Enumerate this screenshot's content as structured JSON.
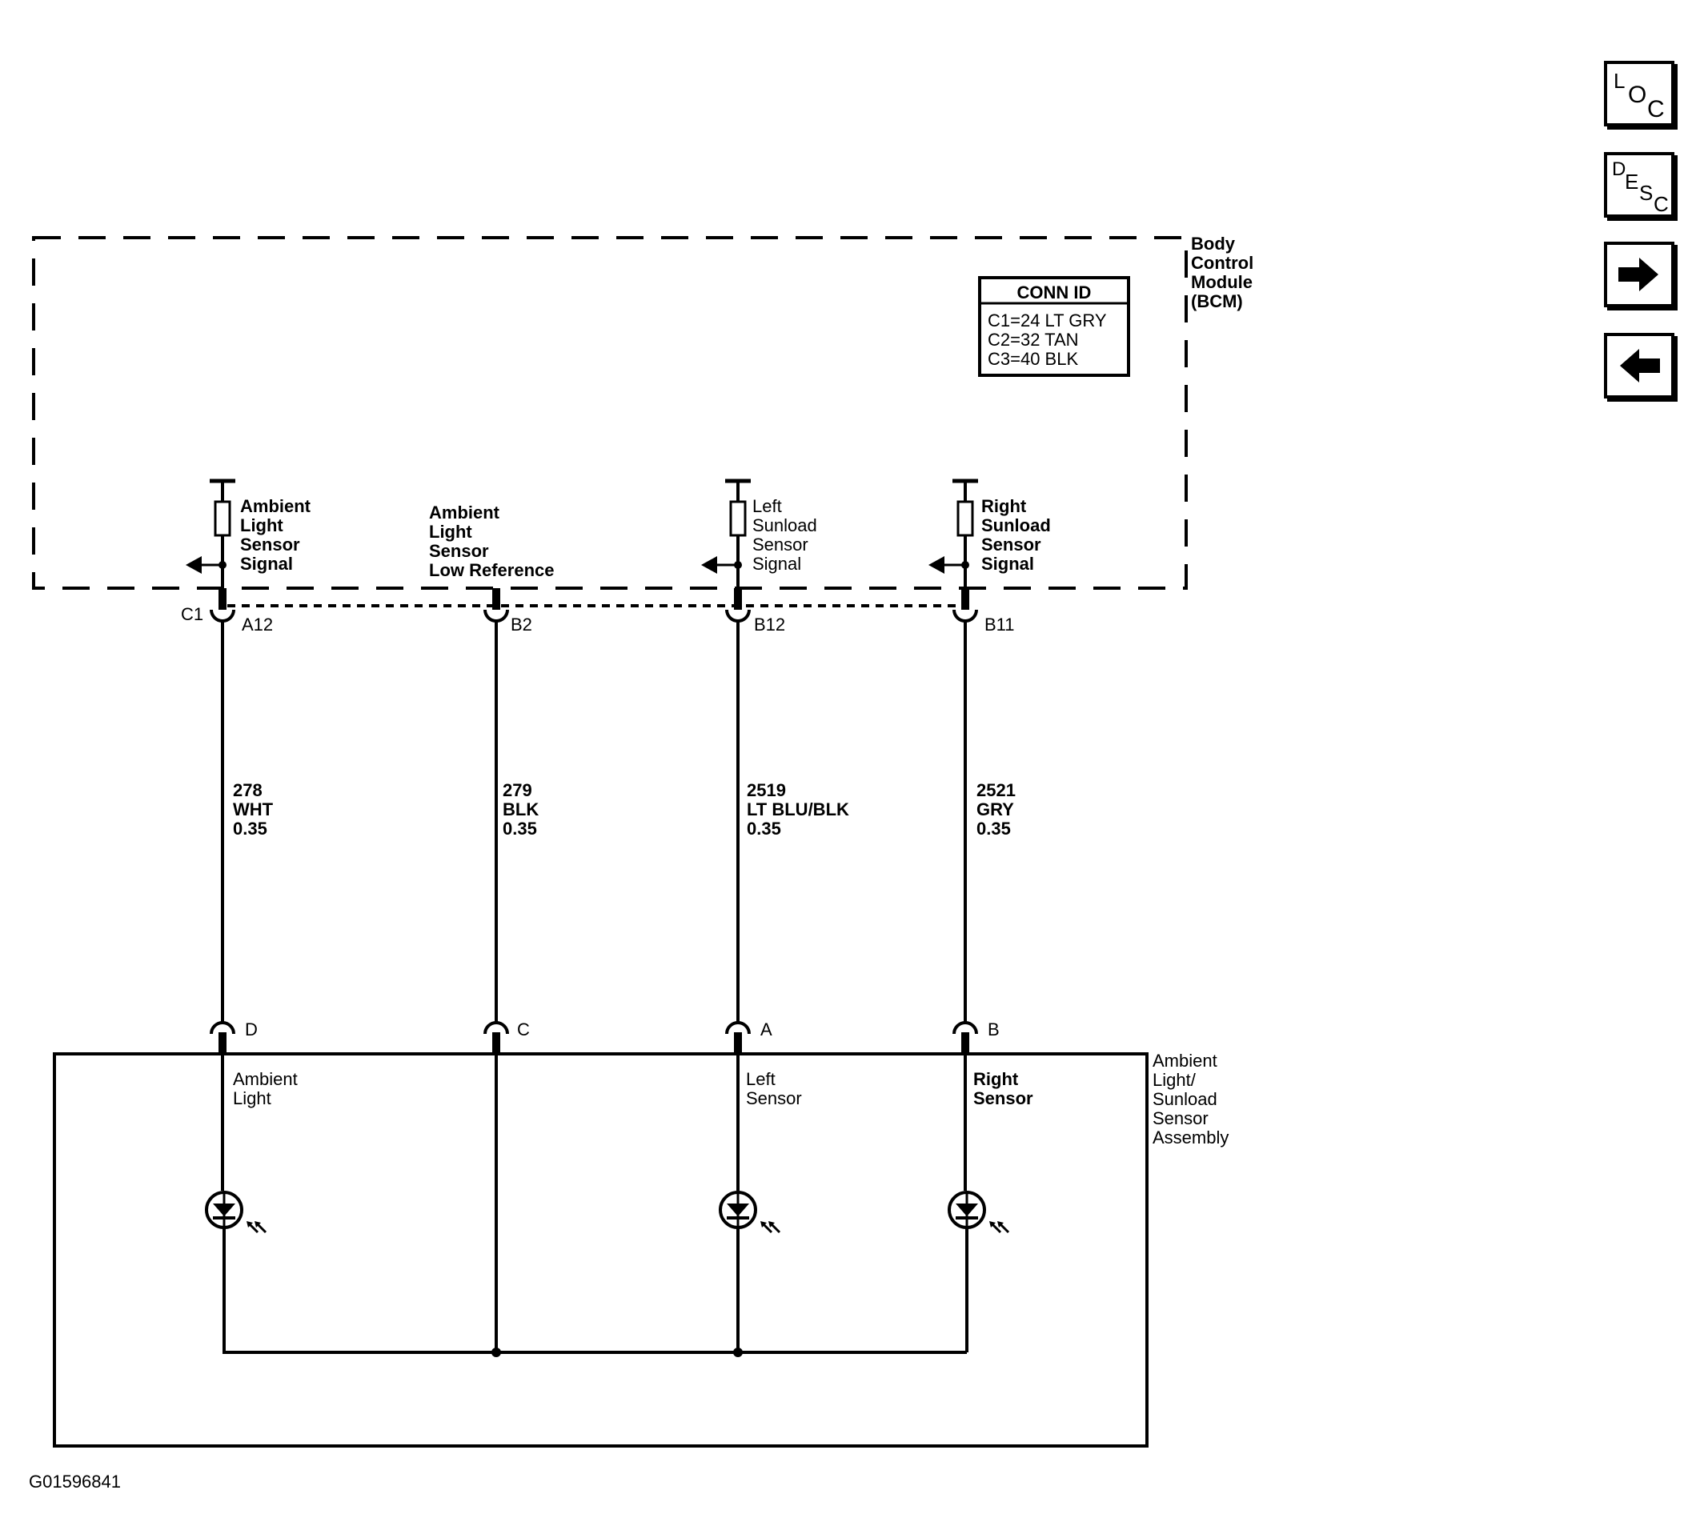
{
  "bcm": {
    "label_lines": [
      "Body",
      "Control",
      "Module",
      "(BCM)"
    ],
    "conn_id": {
      "title": "CONN ID",
      "lines": [
        "C1=24 LT GRY",
        "C2=32 TAN",
        "C3=40 BLK"
      ]
    },
    "connector": "C1"
  },
  "circuits": [
    {
      "signal_lines": [
        "Ambient",
        "Light",
        "Sensor",
        "Signal"
      ],
      "bcm_pin": "A12",
      "wire_lines": [
        "278",
        "WHT",
        "0.35"
      ],
      "sensor_pin": "D",
      "component_lines": [
        "Ambient",
        "Light"
      ]
    },
    {
      "signal_lines": [
        "Ambient",
        "Light",
        "Sensor",
        "Low Reference"
      ],
      "bcm_pin": "B2",
      "wire_lines": [
        "279",
        "BLK",
        "0.35"
      ],
      "sensor_pin": "C",
      "component_lines": []
    },
    {
      "signal_lines": [
        "Left",
        "Sunload",
        "Sensor",
        "Signal"
      ],
      "bcm_pin": "B12",
      "wire_lines": [
        "2519",
        "LT BLU/BLK",
        "0.35"
      ],
      "sensor_pin": "A",
      "component_lines": [
        "Left",
        "Sensor"
      ]
    },
    {
      "signal_lines": [
        "Right",
        "Sunload",
        "Sensor",
        "Signal"
      ],
      "bcm_pin": "B11",
      "wire_lines": [
        "2521",
        "GRY",
        "0.35"
      ],
      "sensor_pin": "B",
      "component_lines": [
        "Right",
        "Sensor"
      ]
    }
  ],
  "assembly": {
    "label_lines": [
      "Ambient",
      "Light/",
      "Sunload",
      "Sensor",
      "Assembly"
    ]
  },
  "figure_id": "G01596841",
  "nav": {
    "loc": {
      "l": "L",
      "o": "O",
      "c": "C"
    },
    "desc": {
      "d": "D",
      "e": "E",
      "s": "S",
      "c": "C"
    },
    "next_icon": "right-arrow",
    "prev_icon": "left-arrow"
  }
}
